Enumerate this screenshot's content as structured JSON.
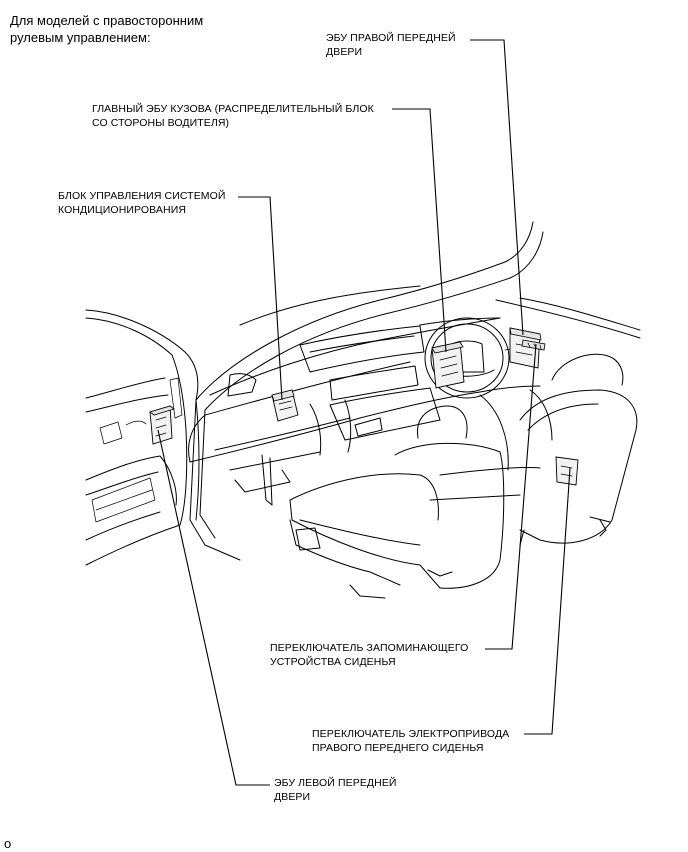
{
  "heading": "Для моделей с правосторонним\nрулевым управлением:",
  "labels": {
    "right_front_door_ecu": "ЭБУ ПРАВОЙ ПЕРЕДНЕЙ\nДВЕРИ",
    "main_body_ecu": "ГЛАВНЫЙ ЭБУ КУЗОВА (РАСПРЕДЕЛИТЕЛЬНЫЙ БЛОК\nСО СТОРОНЫ ВОДИТЕЛЯ)",
    "ac_control_unit": "БЛОК УПРАВЛЕНИЯ СИСТЕМОЙ\nКОНДИЦИОНИРОВАНИЯ",
    "seat_memory_switch": "ПЕРЕКЛЮЧАТЕЛЬ ЗАПОМИНАЮЩЕГО\nУСТРОЙСТВА СИДЕНЬЯ",
    "right_front_power_seat_switch": "ПЕРЕКЛЮЧАТЕЛЬ ЭЛЕКТРОПРИВОДА\nПРАВОГО ПЕРЕДНЕГО СИДЕНЬЯ",
    "left_front_door_ecu": "ЭБУ ЛЕВОЙ ПЕРЕДНЕЙ\nДВЕРИ"
  },
  "corner_mark": "o"
}
